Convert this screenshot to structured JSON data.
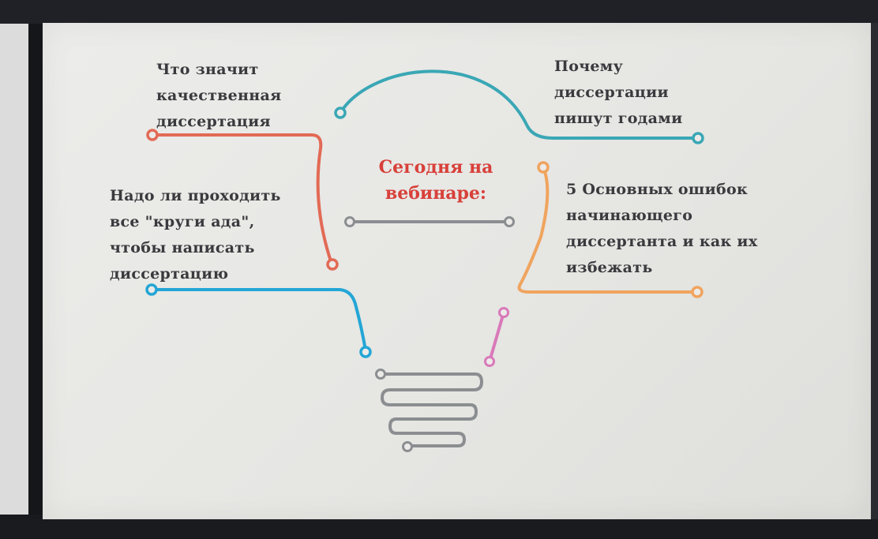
{
  "slide": {
    "title": "Сегодня на\nвебинаре:",
    "topics": {
      "top_left": "Что значит\nкачественная\nдиссертация",
      "top_right": "Почему\nдиссертации\nпишут годами",
      "middle_left": "Надо ли проходить\nвсе \"круги ада\",\nчтобы написать\nдиссертацию",
      "middle_right": "5 Основных ошибок\nначинающего\nдиссертанта и как их\nизбежать"
    }
  },
  "colors": {
    "teal": "#3aa7b5",
    "coral": "#e26a55",
    "blue": "#23a6d5",
    "orange": "#f0a45e",
    "pink": "#d979b9",
    "gray": "#8b8e91",
    "title_red": "#d8403a",
    "text": "#3a3a3e"
  },
  "icons": [
    "lightbulb-line-icon"
  ]
}
